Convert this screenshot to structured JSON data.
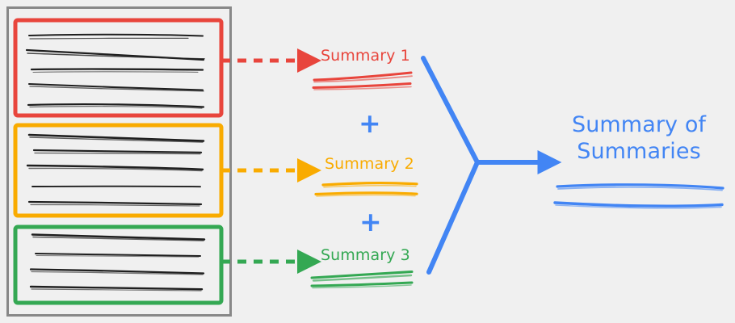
{
  "diagram": {
    "title": "Hierarchical summarization: multiple document chunk summaries combined into a summary of summaries",
    "background_color": "#f0f0f0"
  },
  "colors": {
    "red": "#E8453C",
    "yellow": "#F9AB00",
    "green": "#34A853",
    "blue": "#4285F4",
    "document_border": "#888888",
    "text_line": "#1f1f1f"
  },
  "document_panel": {
    "name": "source-document",
    "border_color": "#888888",
    "chunks": [
      {
        "id": "chunk-1",
        "color": "#E8453C",
        "line_count": 5,
        "arrow": {
          "style": "dashed",
          "color": "#E8453C",
          "direction": "right"
        }
      },
      {
        "id": "chunk-2",
        "color": "#F9AB00",
        "line_count": 5,
        "arrow": {
          "style": "dashed",
          "color": "#F9AB00",
          "direction": "right"
        }
      },
      {
        "id": "chunk-3",
        "color": "#34A853",
        "line_count": 4,
        "arrow": {
          "style": "dashed",
          "color": "#34A853",
          "direction": "right"
        }
      }
    ]
  },
  "summaries": [
    {
      "label": "Summary 1",
      "color": "#E8453C",
      "squiggle_line_count": 2
    },
    {
      "label": "Summary 2",
      "color": "#F9AB00",
      "squiggle_line_count": 2
    },
    {
      "label": "Summary 3",
      "color": "#34A853",
      "squiggle_line_count": 2
    }
  ],
  "operators": [
    {
      "symbol": "+",
      "color": "#4285F4",
      "between": "Summary 1 and Summary 2"
    },
    {
      "symbol": "+",
      "color": "#4285F4",
      "between": "Summary 2 and Summary 3"
    }
  ],
  "merge_arrow": {
    "name": "merge-arrow",
    "color": "#4285F4",
    "shape": "three-way-converging-arrow",
    "direction": "right"
  },
  "final_output": {
    "label_line_1": "Summary of",
    "label_line_2": "Summaries",
    "label": "Summary of Summaries",
    "color": "#4285F4",
    "squiggle_line_count": 2
  }
}
